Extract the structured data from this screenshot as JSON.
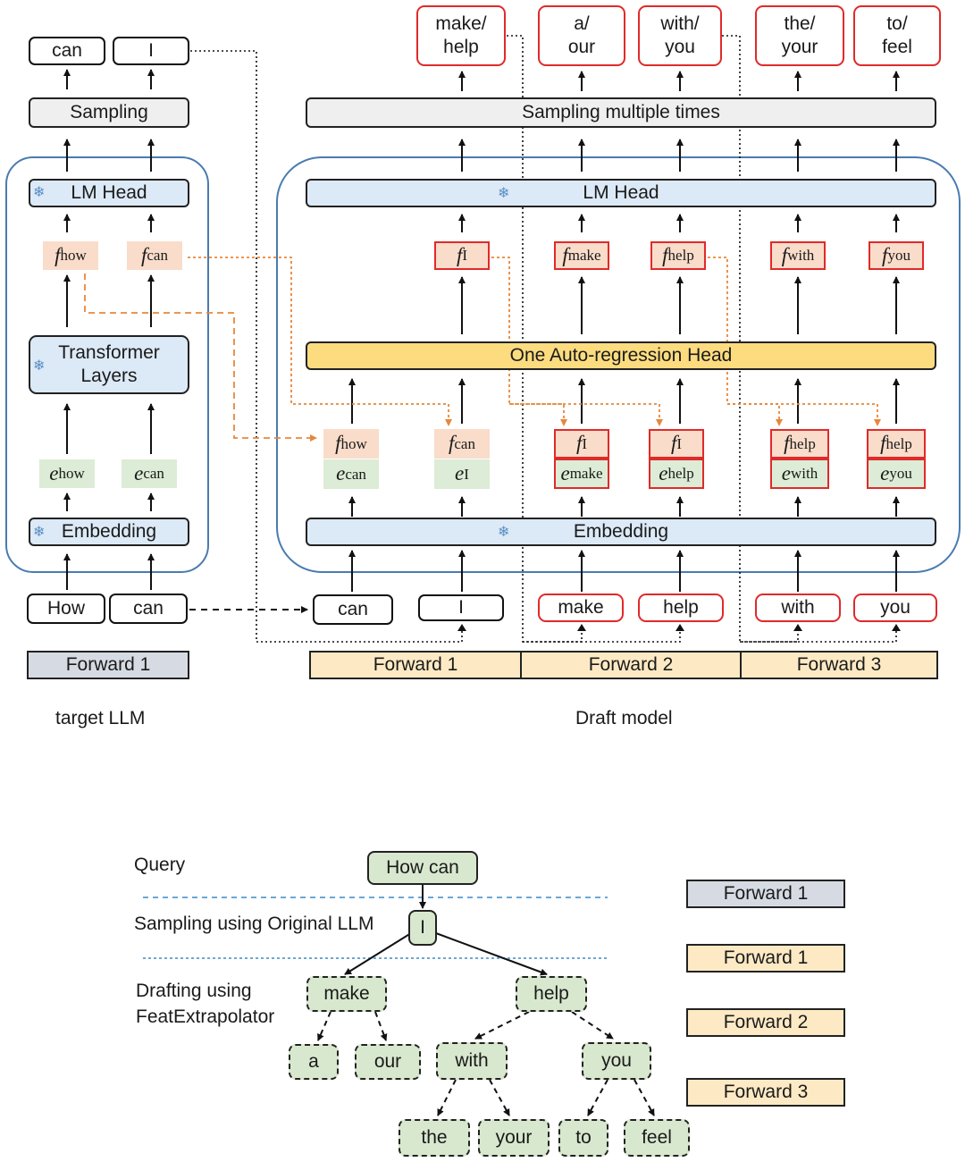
{
  "target": {
    "caption": "target LLM",
    "outputs": [
      "can",
      "I"
    ],
    "sampling": "Sampling",
    "lm_head": "LM Head",
    "features": [
      {
        "sym": "f",
        "sub": "how"
      },
      {
        "sym": "f",
        "sub": "can"
      }
    ],
    "transformer": "Transformer Layers",
    "embeds": [
      {
        "sym": "e",
        "sub": "how"
      },
      {
        "sym": "e",
        "sub": "can"
      }
    ],
    "embedding": "Embedding",
    "inputs": [
      "How",
      "can"
    ],
    "forward": "Forward 1"
  },
  "draft": {
    "caption": "Draft model",
    "outputs": [
      "make/ help",
      "a/ our",
      "with/ you",
      "the/ your",
      "to/ feel"
    ],
    "sampling": "Sampling multiple times",
    "lm_head": "LM Head",
    "out_features": [
      {
        "sym": "f",
        "sub": "I"
      },
      {
        "sym": "f",
        "sub": "make"
      },
      {
        "sym": "f",
        "sub": "help"
      },
      {
        "sym": "f",
        "sub": "with"
      },
      {
        "sym": "f",
        "sub": "you"
      }
    ],
    "ar_head": "One Auto-regression Head",
    "in_features": [
      {
        "sym": "f",
        "sub": "how"
      },
      {
        "sym": "f",
        "sub": "can"
      },
      {
        "sym": "f",
        "sub": "I"
      },
      {
        "sym": "f",
        "sub": "I"
      },
      {
        "sym": "f",
        "sub": "help"
      },
      {
        "sym": "f",
        "sub": "help"
      }
    ],
    "in_embeds": [
      {
        "sym": "e",
        "sub": "can"
      },
      {
        "sym": "e",
        "sub": "I"
      },
      {
        "sym": "e",
        "sub": "make"
      },
      {
        "sym": "e",
        "sub": "help"
      },
      {
        "sym": "e",
        "sub": "with"
      },
      {
        "sym": "e",
        "sub": "you"
      }
    ],
    "embedding": "Embedding",
    "inputs": [
      "can",
      "I",
      "make",
      "help",
      "with",
      "you"
    ],
    "forwards": [
      "Forward 1",
      "Forward 2",
      "Forward 3"
    ]
  },
  "tree": {
    "rows": [
      "Query",
      "Sampling using Original LLM",
      "Drafting using FeatExtrapolator"
    ],
    "nodes": {
      "root": "How can",
      "i": "I",
      "make": "make",
      "help": "help",
      "a": "a",
      "our": "our",
      "with": "with",
      "you": "you",
      "the": "the",
      "your": "your",
      "to": "to",
      "feel": "feel"
    },
    "legend": [
      "Forward 1",
      "Forward 1",
      "Forward 2",
      "Forward 3"
    ]
  },
  "colors": {
    "gray_box": "#efefef",
    "blue_box": "#dce9f6",
    "yellow_head": "#fcdc7f",
    "feature_fill": "#f9dcca",
    "embed_fill": "#dcecd6",
    "red_outline": "#e02a2a",
    "orange_arrow": "#e8873a",
    "panel_outline": "#4a7bb0",
    "forward_gray": "#d6dbe3",
    "forward_yellow": "#fdeac4",
    "tree_node": "#d8e8cf",
    "separator": "#6aa8d8"
  },
  "icons": [
    "snowflake-icon"
  ]
}
